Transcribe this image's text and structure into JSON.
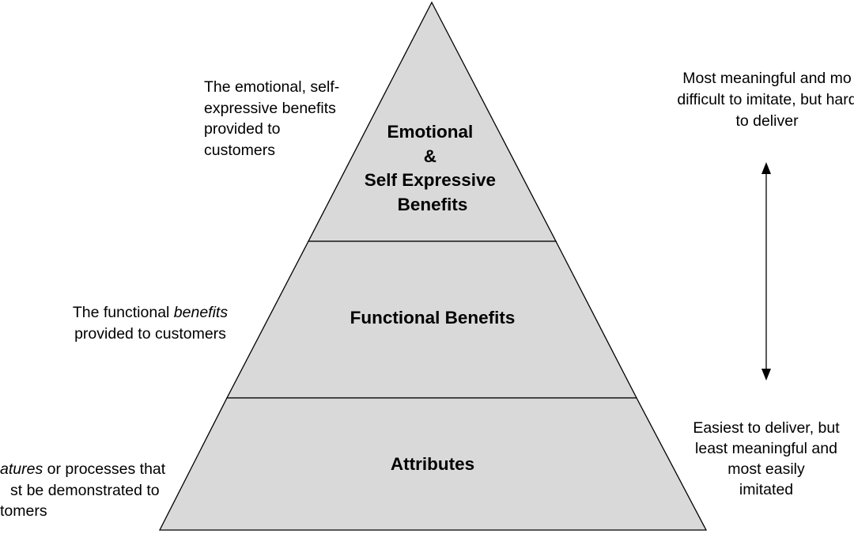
{
  "colors": {
    "tier_fill": "#d9d9d9",
    "stroke": "#000000",
    "background": "#ffffff"
  },
  "pyramid": {
    "tiers": [
      {
        "id": "emotional",
        "label_lines": [
          "Emotional",
          "&",
          "Self Expressive",
          "Benefits"
        ]
      },
      {
        "id": "functional",
        "label_lines": [
          "Functional Benefits"
        ]
      },
      {
        "id": "attributes",
        "label_lines": [
          "Attributes"
        ]
      }
    ]
  },
  "left_notes": {
    "emotional": [
      "The emotional, self-",
      "expressive benefits",
      "provided to",
      "customers"
    ],
    "functional": {
      "line1_before": "The functional ",
      "line1_italic": "benefits",
      "line2": "provided to customers"
    },
    "attributes": {
      "line1_italic": "atures",
      "line1_after": " or processes that",
      "line2": "st be demonstrated to",
      "line3": "tomers"
    }
  },
  "right_notes": {
    "top": [
      "Most meaningful and mo",
      "difficult to imitate, but hard",
      "to deliver"
    ],
    "bottom": [
      "Easiest to deliver, but",
      "least meaningful and",
      "most easily",
      "imitated"
    ]
  },
  "arrow": {
    "direction": "bidirectional-vertical"
  }
}
